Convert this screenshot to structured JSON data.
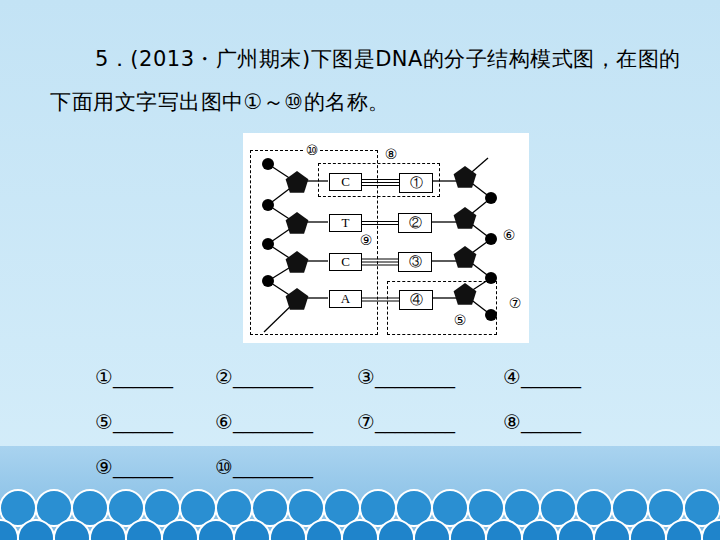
{
  "diagram": {
    "title": "5．(2013・广州期末)下图是DNA的分子结构模式图，在图的下面用文字写出图中①～⑩的名称。",
    "nodes": [
      {
        "text": [
          "⑩"
        ]
      },
      {
        "text": [
          "C"
        ],
        "in": 0
      },
      {
        "text": [
          "T"
        ],
        "in": 0
      },
      {
        "text": [
          "C"
        ],
        "in": 0
      },
      {
        "text": [
          "A"
        ],
        "in": 0
      },
      {
        "text": [
          "⑧"
        ]
      },
      {
        "text": [
          "①"
        ],
        "in": 5
      },
      {
        "text": [
          "②"
        ]
      },
      {
        "text": [
          "③"
        ]
      },
      {
        "text": [
          "⑦"
        ]
      },
      {
        "text": [
          "④"
        ],
        "in": 9
      }
    ],
    "edges": [
      {
        "from": 1,
        "to": 6,
        "arrow": "none"
      },
      {
        "from": 2,
        "to": 7,
        "arrow": "none"
      },
      {
        "from": 3,
        "to": 8,
        "arrow": "none"
      },
      {
        "from": 4,
        "to": 10,
        "arrow": "none"
      }
    ],
    "labels": [
      "⑥",
      "⑨",
      "⑤",
      "①______",
      "②________",
      "③________",
      "④______",
      "⑤______",
      "⑥________",
      "⑦________",
      "⑧______",
      "⑨______",
      "⑩________"
    ]
  }
}
